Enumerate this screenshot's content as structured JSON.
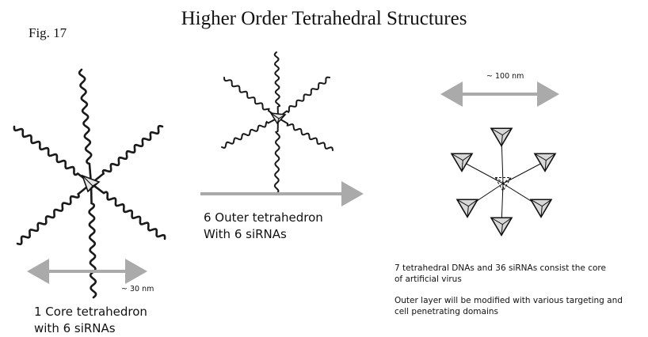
{
  "figure": {
    "fig_label": "Fig. 17",
    "title": "Higher Order Tetrahedral Structures"
  },
  "core_structure": {
    "scale_label": "~ 30 nm",
    "caption_line1": "1 Core tetrahedron",
    "caption_line2": "with 6 siRNAs"
  },
  "outer_structure": {
    "caption_line1": "6 Outer tetrahedron",
    "caption_line2": "With 6 siRNAs"
  },
  "assembly": {
    "scale_label": "~ 100 nm",
    "note_line1": "7 tetrahedral DNAs and 36 siRNAs consist the core",
    "note_line2": "of artificial virus",
    "note_line3": "Outer layer will be modified with various targeting and",
    "note_line4": "cell penetrating domains"
  },
  "colors": {
    "strand": "#1a1a1a",
    "arrow": "#b0b0b0",
    "tetra_fill": "#d8d8d8"
  }
}
